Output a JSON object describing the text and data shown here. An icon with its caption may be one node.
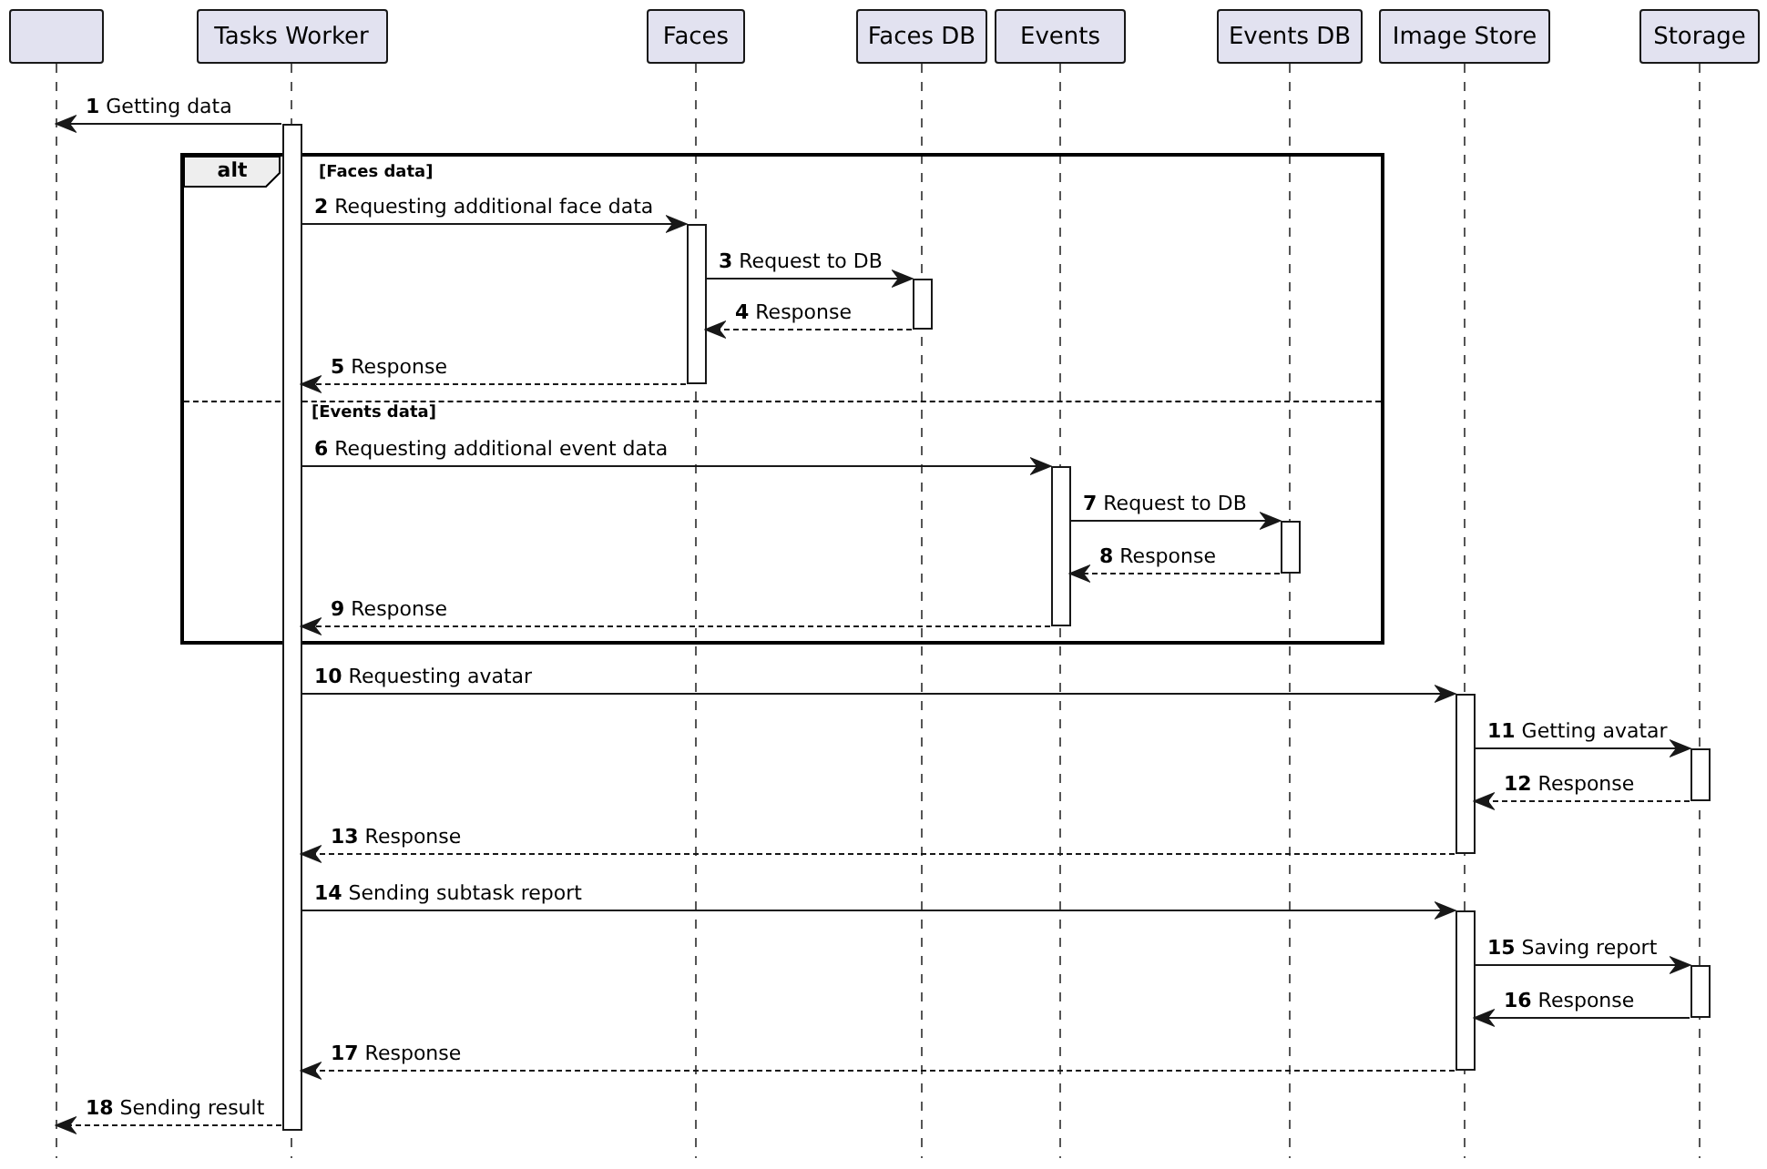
{
  "diagram": {
    "nodes": [
      {
        "text": [],
        "shape": "box"
      },
      {
        "text": [
          "Tasks Worker"
        ]
      },
      {
        "text": [
          "Faces"
        ]
      },
      {
        "text": [
          "Faces DB"
        ]
      },
      {
        "text": [
          "Events"
        ]
      },
      {
        "text": [
          "Events DB"
        ]
      },
      {
        "text": [
          "Image Store"
        ]
      },
      {
        "text": [
          "Storage"
        ]
      },
      {
        "text": [
          "alt",
          "[Faces data]",
          "[Events data]"
        ]
      },
      {
        "text": [],
        "shape": "bar"
      },
      {
        "text": [],
        "shape": "bar",
        "in": 8
      },
      {
        "text": [],
        "shape": "bar",
        "in": 8
      },
      {
        "text": [],
        "shape": "bar",
        "in": 8
      },
      {
        "text": [],
        "shape": "bar",
        "in": 8
      },
      {
        "text": [],
        "shape": "bar"
      },
      {
        "text": [],
        "shape": "bar"
      },
      {
        "text": [],
        "shape": "bar"
      },
      {
        "text": [],
        "shape": "bar"
      }
    ],
    "edges": [
      {
        "from": 9,
        "to": 0,
        "arrow": "to",
        "label": "**1** Getting data"
      },
      {
        "from": 9,
        "to": 10,
        "arrow": "to",
        "label": "**2** Requesting additional face data"
      },
      {
        "from": 10,
        "to": 11,
        "arrow": "to",
        "label": "**3** Request to DB"
      },
      {
        "from": 11,
        "to": 10,
        "arrow": "to",
        "label": "**4** Response",
        "style": "dashed"
      },
      {
        "from": 10,
        "to": 9,
        "arrow": "to",
        "label": "**5** Response",
        "style": "dashed"
      },
      {
        "from": 9,
        "to": 12,
        "arrow": "to",
        "label": "**6** Requesting additional event data"
      },
      {
        "from": 12,
        "to": 13,
        "arrow": "to",
        "label": "**7** Request to DB"
      },
      {
        "from": 13,
        "to": 12,
        "arrow": "to",
        "label": "**8** Response",
        "style": "dashed"
      },
      {
        "from": 12,
        "to": 9,
        "arrow": "to",
        "label": "**9** Response",
        "style": "dashed"
      },
      {
        "from": 9,
        "to": 14,
        "arrow": "to",
        "label": "**10** Requesting avatar"
      },
      {
        "from": 14,
        "to": 15,
        "arrow": "to",
        "label": "**11** Getting avatar"
      },
      {
        "from": 15,
        "to": 14,
        "arrow": "to",
        "label": "**12** Response",
        "style": "dashed"
      },
      {
        "from": 14,
        "to": 9,
        "arrow": "to",
        "label": "**13** Response",
        "style": "dashed"
      },
      {
        "from": 9,
        "to": 16,
        "arrow": "to",
        "label": "**14** Sending subtask report"
      },
      {
        "from": 16,
        "to": 17,
        "arrow": "to",
        "label": "**15** Saving report"
      },
      {
        "from": 17,
        "to": 16,
        "arrow": "to",
        "label": "**16** Response"
      },
      {
        "from": 16,
        "to": 9,
        "arrow": "to",
        "label": "**17** Response",
        "style": "dashed"
      },
      {
        "from": 9,
        "to": 0,
        "arrow": "to",
        "label": "**18** Sending result",
        "style": "dashed"
      }
    ]
  }
}
